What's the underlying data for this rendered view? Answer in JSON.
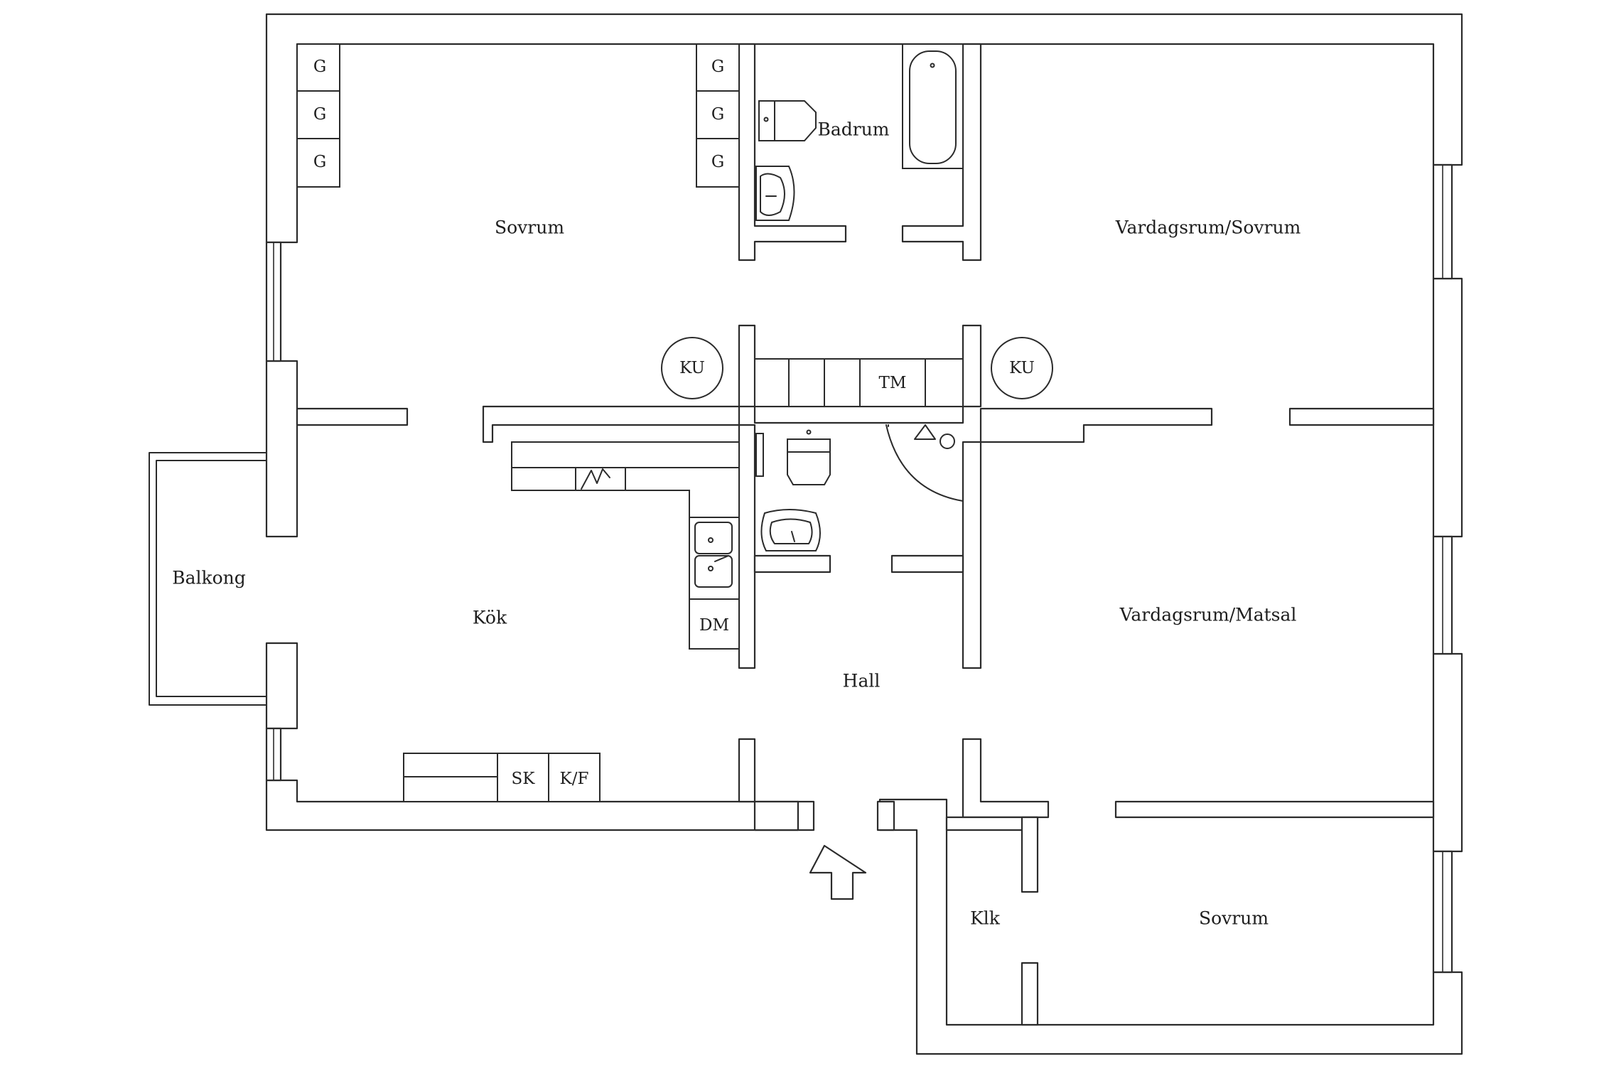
{
  "rooms": {
    "sovrum_top": "Sovrum",
    "badrum": "Badrum",
    "vardagsrum_sovrum": "Vardagsrum/Sovrum",
    "balkong": "Balkong",
    "kok": "Kök",
    "hall": "Hall",
    "vardagsrum_matsal": "Vardagsrum/Matsal",
    "klk": "Klk",
    "sovrum_bottom": "Sovrum"
  },
  "fixtures": {
    "wardrobe": "G",
    "tiled_stove": "KU",
    "washer": "TM",
    "dishwasher": "DM",
    "cabinet": "SK",
    "fridge_freezer": "K/F"
  },
  "colors": {
    "line": "#2b2b2b",
    "background": "#ffffff"
  },
  "icons": {
    "entrance": "entrance-arrow-icon"
  }
}
